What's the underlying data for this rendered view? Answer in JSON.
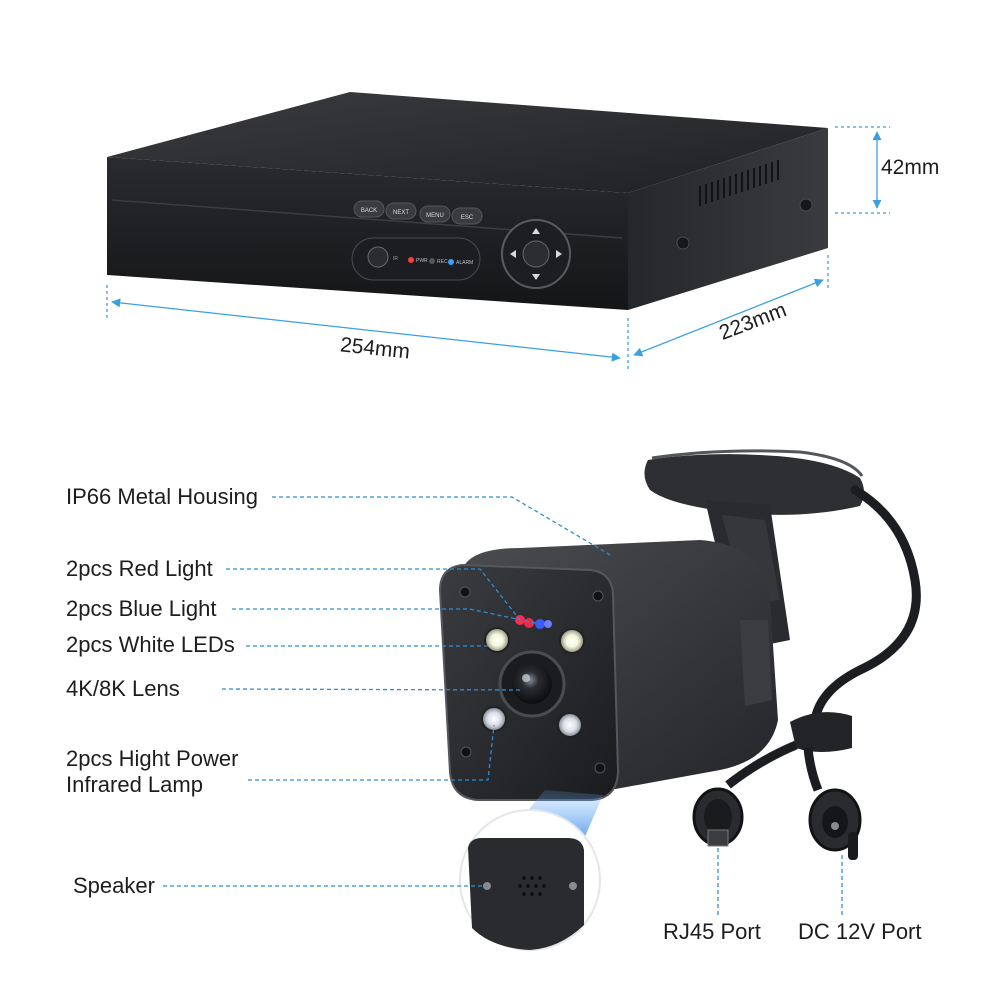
{
  "dimensions": {
    "height": "42mm",
    "width": "254mm",
    "depth": "223mm"
  },
  "dvr": {
    "buttons": [
      "BACK",
      "NEXT",
      "MENU",
      "ESC"
    ],
    "indicators": [
      "PWR",
      "REC",
      "ALARM"
    ],
    "ir_label": "IR"
  },
  "callouts": {
    "housing": "IP66 Metal Housing",
    "red_light": "2pcs Red Light",
    "blue_light": "2pcs Blue Light",
    "white_leds": "2pcs White LEDs",
    "lens": "4K/8K Lens",
    "infrared_line1": "2pcs Hight Power",
    "infrared_line2": "Infrared Lamp",
    "speaker": "Speaker",
    "rj45": "RJ45 Port",
    "dc": "DC 12V Port"
  },
  "colors": {
    "callout_line": "#2b8fd6",
    "dimension_line": "#3aa0e0",
    "device_dark": "#2a2b2e",
    "red_light": "#ff2a4a",
    "blue_light": "#3b5bff"
  }
}
